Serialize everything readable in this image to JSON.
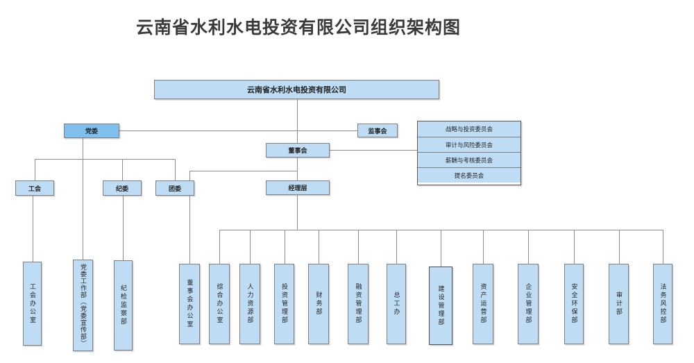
{
  "title": "云南省水利水电投资有限公司组织架构图",
  "colors": {
    "box_fill": "#bedcf3",
    "party_committee_fill": "#7fc0ee",
    "box_border": "#7f7f7f",
    "connector_line": "#8c8c8c",
    "title_text": "#3a3a3a"
  },
  "nodes": {
    "company": {
      "label": "云南省水利水电投资有限公司"
    },
    "party_committee": {
      "label": "党委"
    },
    "supervisory_board": {
      "label": "监事会"
    },
    "board_of_directors": {
      "label": "董事会"
    },
    "management": {
      "label": "经理层"
    },
    "labor_union": {
      "label": "工会"
    },
    "discipline_committee": {
      "label": "纪委"
    },
    "youth_league": {
      "label": "团委"
    }
  },
  "board_committees": [
    {
      "label": "战略与投资委员会"
    },
    {
      "label": "审计与风险委员会"
    },
    {
      "label": "薪酬与考核委员会"
    },
    {
      "label": "提名委员会"
    }
  ],
  "party_departments": [
    {
      "label": "工会办公室"
    },
    {
      "label": "党委工作部（党委宣传部）"
    },
    {
      "label": "纪检监察部"
    }
  ],
  "management_departments": [
    {
      "label": "董事会办公室"
    },
    {
      "label": "综合办公室"
    },
    {
      "label": "人力资源部"
    },
    {
      "label": "投资管理部"
    },
    {
      "label": "财务部"
    },
    {
      "label": "融资管理部"
    },
    {
      "label": "总工办"
    },
    {
      "label": "建设管理部"
    },
    {
      "label": "资产运营部"
    },
    {
      "label": "企业管理部"
    },
    {
      "label": "安全环保部"
    },
    {
      "label": "审计部"
    },
    {
      "label": "法务风控部"
    }
  ]
}
